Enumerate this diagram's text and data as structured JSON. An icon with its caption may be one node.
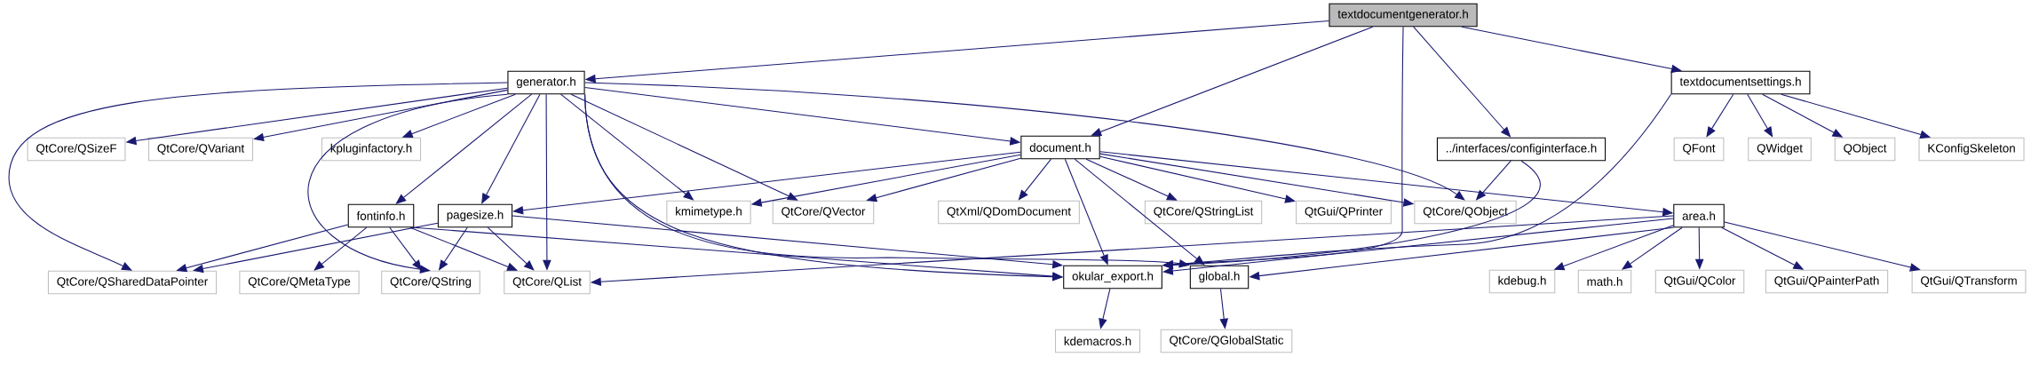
{
  "diagram": {
    "nodes": [
      {
        "text": [
          "textdocumentgenerator.h"
        ]
      },
      {
        "text": [
          "generator.h"
        ]
      },
      {
        "text": [
          "document.h"
        ]
      },
      {
        "text": [
          "../interfaces/configinterface.h"
        ]
      },
      {
        "text": [
          "textdocumentsettings.h"
        ]
      },
      {
        "text": [
          "QtCore/QSizeF"
        ]
      },
      {
        "text": [
          "QtCore/QVariant"
        ]
      },
      {
        "text": [
          "kpluginfactory.h"
        ]
      },
      {
        "text": [
          "fontinfo.h"
        ]
      },
      {
        "text": [
          "pagesize.h"
        ]
      },
      {
        "text": [
          "kmimetype.h"
        ]
      },
      {
        "text": [
          "QtCore/QVector"
        ]
      },
      {
        "text": [
          "QtXml/QDomDocument"
        ]
      },
      {
        "text": [
          "QtCore/QStringList"
        ]
      },
      {
        "text": [
          "QtGui/QPrinter"
        ]
      },
      {
        "text": [
          "QtCore/QObject"
        ]
      },
      {
        "text": [
          "QFont"
        ]
      },
      {
        "text": [
          "QWidget"
        ]
      },
      {
        "text": [
          "QObject"
        ]
      },
      {
        "text": [
          "KConfigSkeleton"
        ]
      },
      {
        "text": [
          "area.h"
        ]
      },
      {
        "text": [
          "QtCore/QSharedDataPointer"
        ]
      },
      {
        "text": [
          "QtCore/QMetaType"
        ]
      },
      {
        "text": [
          "QtCore/QString"
        ]
      },
      {
        "text": [
          "QtCore/QList"
        ]
      },
      {
        "text": [
          "okular_export.h"
        ]
      },
      {
        "text": [
          "global.h"
        ]
      },
      {
        "text": [
          "kdebug.h"
        ]
      },
      {
        "text": [
          "math.h"
        ]
      },
      {
        "text": [
          "QtGui/QColor"
        ]
      },
      {
        "text": [
          "QtGui/QPainterPath"
        ]
      },
      {
        "text": [
          "QtGui/QTransform"
        ]
      },
      {
        "text": [
          "kdemacros.h"
        ]
      },
      {
        "text": [
          "QtCore/QGlobalStatic"
        ]
      }
    ],
    "edges": [
      {
        "from": 0,
        "to": 1,
        "arrow": "to"
      },
      {
        "from": 0,
        "to": 2,
        "arrow": "to"
      },
      {
        "from": 0,
        "to": 3,
        "arrow": "to"
      },
      {
        "from": 0,
        "to": 4,
        "arrow": "to"
      },
      {
        "from": 0,
        "to": 25,
        "arrow": "to"
      },
      {
        "from": 1,
        "to": 5,
        "arrow": "to"
      },
      {
        "from": 1,
        "to": 6,
        "arrow": "to"
      },
      {
        "from": 1,
        "to": 7,
        "arrow": "to"
      },
      {
        "from": 1,
        "to": 8,
        "arrow": "to"
      },
      {
        "from": 1,
        "to": 9,
        "arrow": "to"
      },
      {
        "from": 1,
        "to": 10,
        "arrow": "to"
      },
      {
        "from": 1,
        "to": 11,
        "arrow": "to"
      },
      {
        "from": 1,
        "to": 2,
        "arrow": "to"
      },
      {
        "from": 1,
        "to": 15,
        "arrow": "to"
      },
      {
        "from": 1,
        "to": 21,
        "arrow": "to"
      },
      {
        "from": 1,
        "to": 23,
        "arrow": "to"
      },
      {
        "from": 1,
        "to": 24,
        "arrow": "to"
      },
      {
        "from": 1,
        "to": 25,
        "arrow": "to"
      },
      {
        "from": 1,
        "to": 26,
        "arrow": "to"
      },
      {
        "from": 2,
        "to": 9,
        "arrow": "to"
      },
      {
        "from": 2,
        "to": 10,
        "arrow": "to"
      },
      {
        "from": 2,
        "to": 11,
        "arrow": "to"
      },
      {
        "from": 2,
        "to": 12,
        "arrow": "to"
      },
      {
        "from": 2,
        "to": 13,
        "arrow": "to"
      },
      {
        "from": 2,
        "to": 14,
        "arrow": "to"
      },
      {
        "from": 2,
        "to": 15,
        "arrow": "to"
      },
      {
        "from": 2,
        "to": 20,
        "arrow": "to"
      },
      {
        "from": 2,
        "to": 25,
        "arrow": "to"
      },
      {
        "from": 2,
        "to": 26,
        "arrow": "to"
      },
      {
        "from": 3,
        "to": 15,
        "arrow": "to"
      },
      {
        "from": 3,
        "to": 25,
        "arrow": "to"
      },
      {
        "from": 4,
        "to": 16,
        "arrow": "to"
      },
      {
        "from": 4,
        "to": 17,
        "arrow": "to"
      },
      {
        "from": 4,
        "to": 18,
        "arrow": "to"
      },
      {
        "from": 4,
        "to": 19,
        "arrow": "to"
      },
      {
        "from": 4,
        "to": 25,
        "arrow": "to"
      },
      {
        "from": 8,
        "to": 21,
        "arrow": "to"
      },
      {
        "from": 8,
        "to": 22,
        "arrow": "to"
      },
      {
        "from": 8,
        "to": 23,
        "arrow": "to"
      },
      {
        "from": 8,
        "to": 24,
        "arrow": "to"
      },
      {
        "from": 8,
        "to": 25,
        "arrow": "to"
      },
      {
        "from": 9,
        "to": 21,
        "arrow": "to"
      },
      {
        "from": 9,
        "to": 23,
        "arrow": "to"
      },
      {
        "from": 9,
        "to": 24,
        "arrow": "to"
      },
      {
        "from": 9,
        "to": 25,
        "arrow": "to"
      },
      {
        "from": 20,
        "to": 24,
        "arrow": "to"
      },
      {
        "from": 20,
        "to": 25,
        "arrow": "to"
      },
      {
        "from": 20,
        "to": 26,
        "arrow": "to"
      },
      {
        "from": 20,
        "to": 27,
        "arrow": "to"
      },
      {
        "from": 20,
        "to": 28,
        "arrow": "to"
      },
      {
        "from": 20,
        "to": 29,
        "arrow": "to"
      },
      {
        "from": 20,
        "to": 30,
        "arrow": "to"
      },
      {
        "from": 20,
        "to": 31,
        "arrow": "to"
      },
      {
        "from": 25,
        "to": 32,
        "arrow": "to"
      },
      {
        "from": 26,
        "to": 33,
        "arrow": "to"
      }
    ]
  }
}
